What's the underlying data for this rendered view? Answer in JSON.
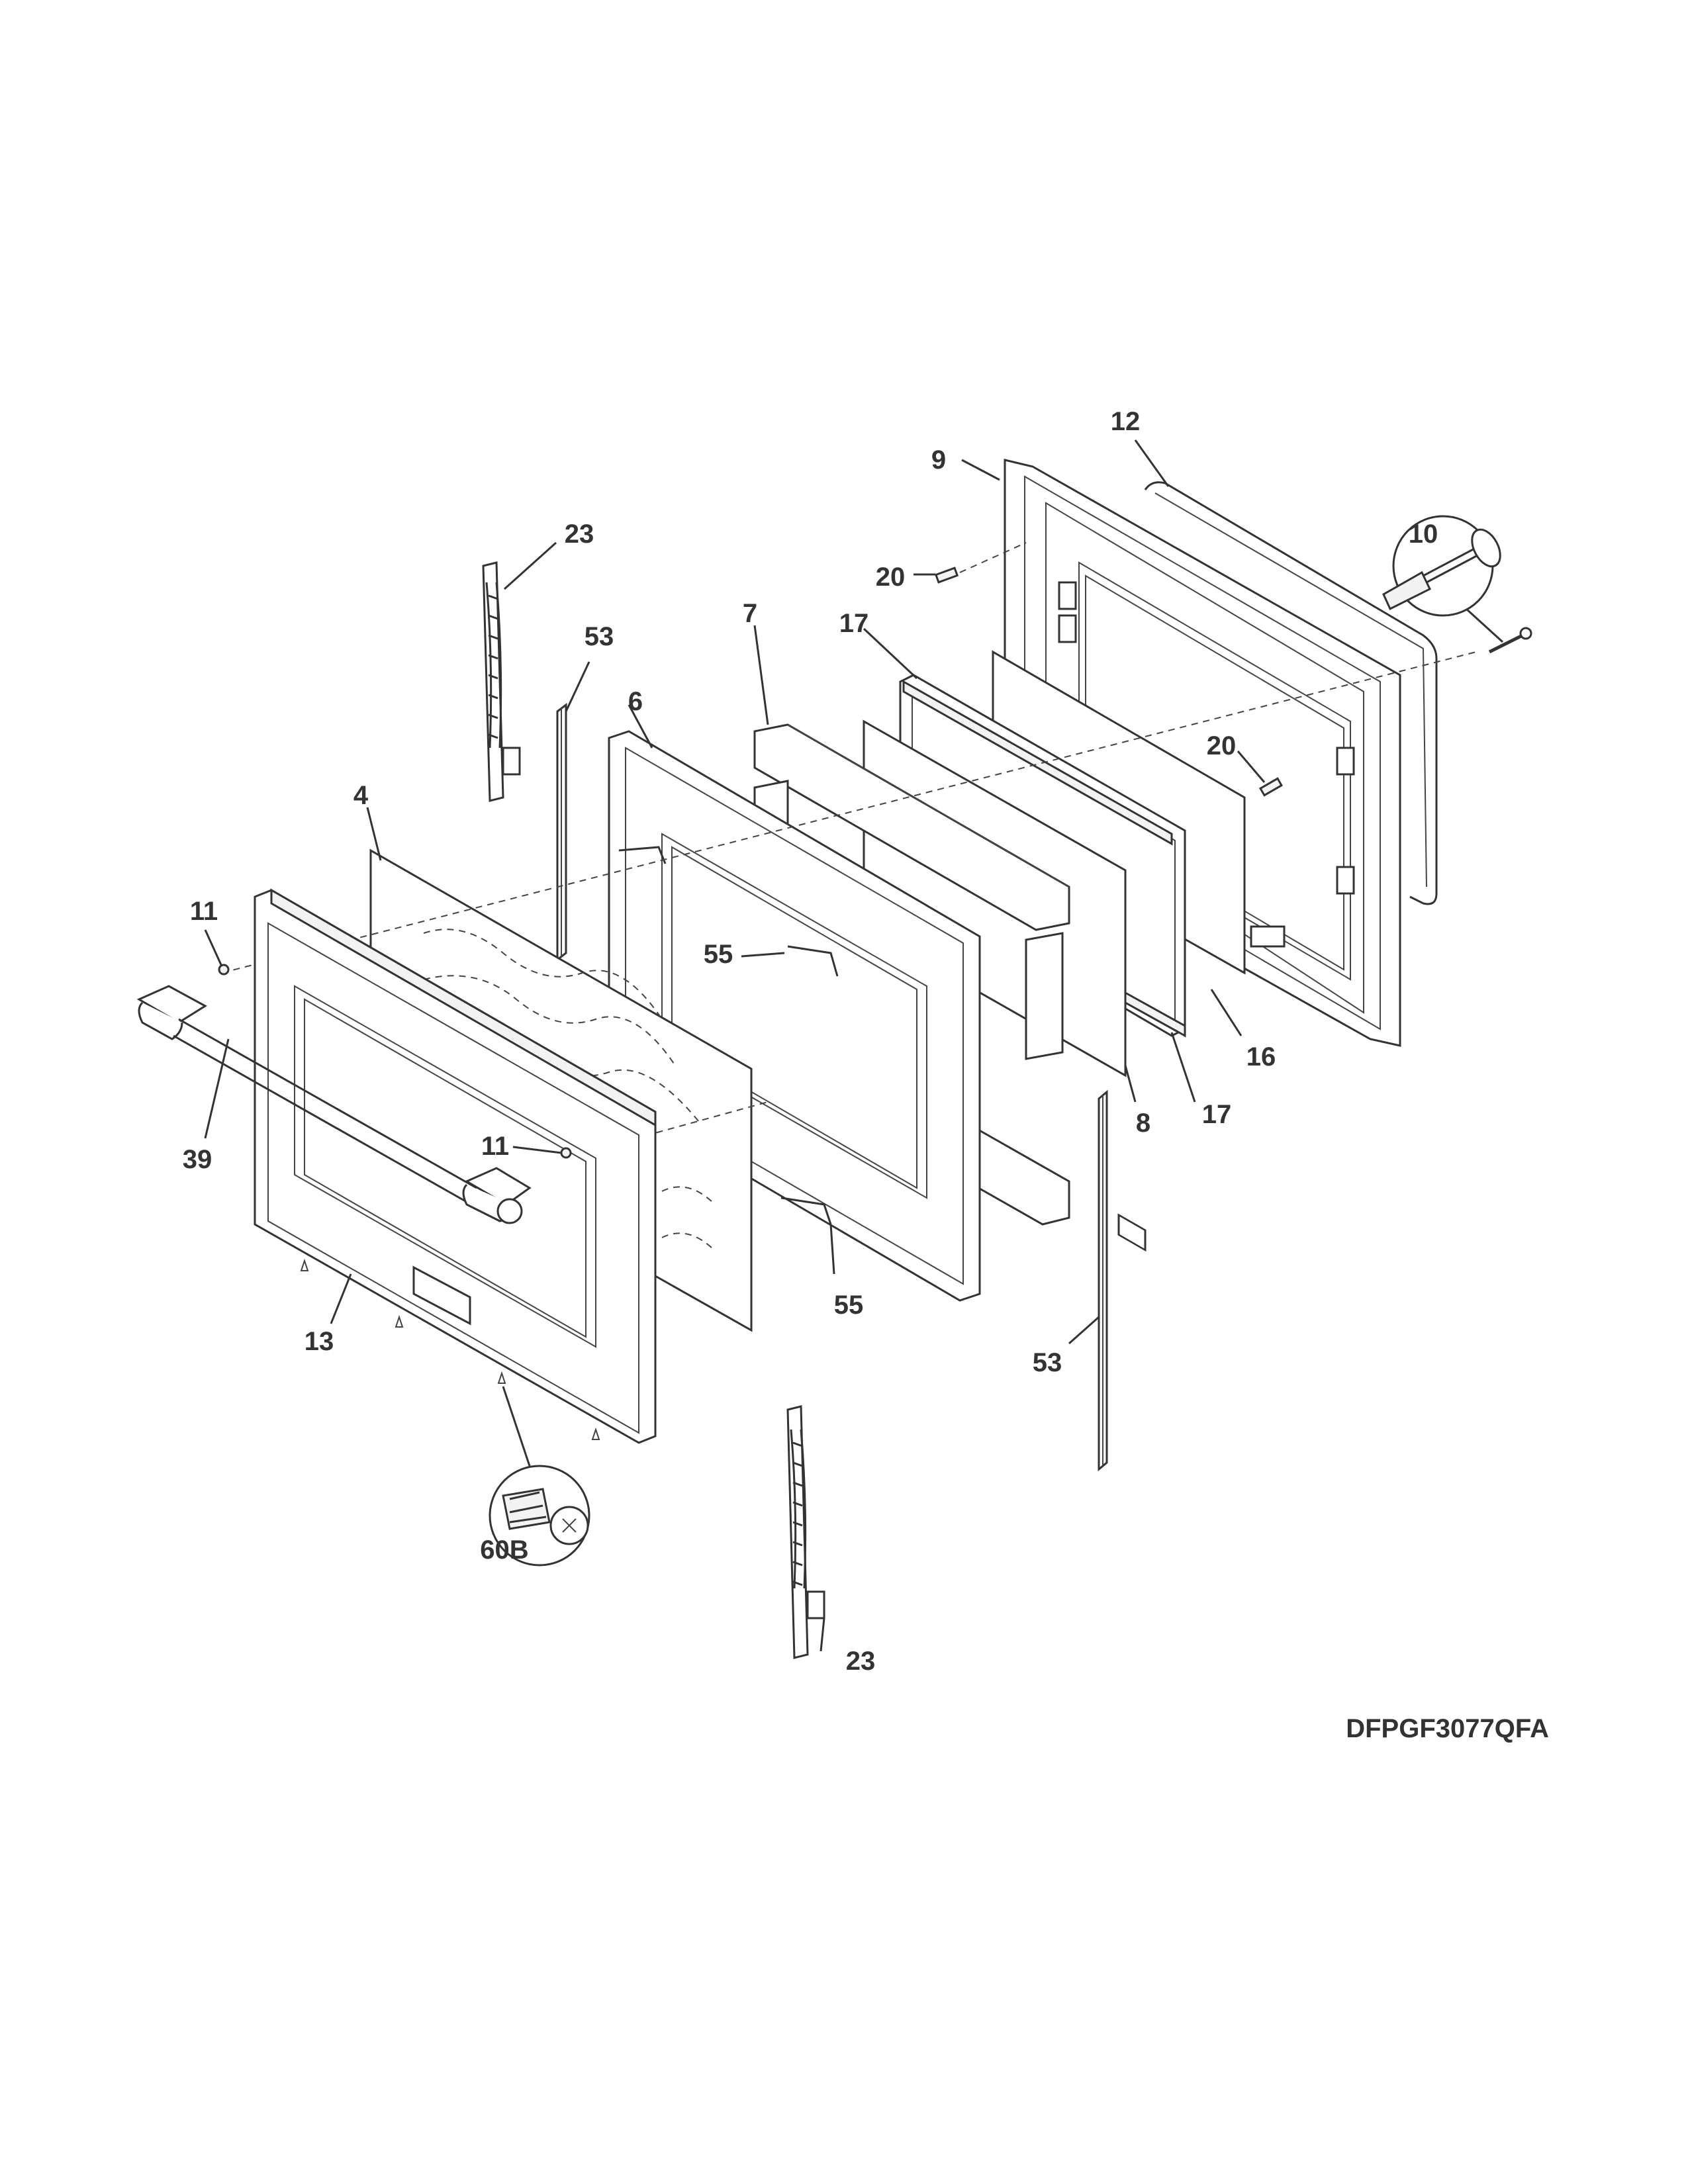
{
  "diagram": {
    "model_code": "DFPGF3077QFA",
    "parts": [
      {
        "id": "p9",
        "label": "9"
      },
      {
        "id": "p12",
        "label": "12"
      },
      {
        "id": "p10",
        "label": "10"
      },
      {
        "id": "p23a",
        "label": "23"
      },
      {
        "id": "p53a",
        "label": "53"
      },
      {
        "id": "p20a",
        "label": "20"
      },
      {
        "id": "p7",
        "label": "7"
      },
      {
        "id": "p17a",
        "label": "17"
      },
      {
        "id": "p6",
        "label": "6"
      },
      {
        "id": "p20b",
        "label": "20"
      },
      {
        "id": "p4",
        "label": "4"
      },
      {
        "id": "p11a",
        "label": "11"
      },
      {
        "id": "p55a",
        "label": "55"
      },
      {
        "id": "p16",
        "label": "16"
      },
      {
        "id": "p8",
        "label": "8"
      },
      {
        "id": "p17b",
        "label": "17"
      },
      {
        "id": "p11b",
        "label": "11"
      },
      {
        "id": "p39",
        "label": "39"
      },
      {
        "id": "p55b",
        "label": "55"
      },
      {
        "id": "p13",
        "label": "13"
      },
      {
        "id": "p53b",
        "label": "53"
      },
      {
        "id": "p60B",
        "label": "60B"
      },
      {
        "id": "p23b",
        "label": "23"
      }
    ]
  }
}
